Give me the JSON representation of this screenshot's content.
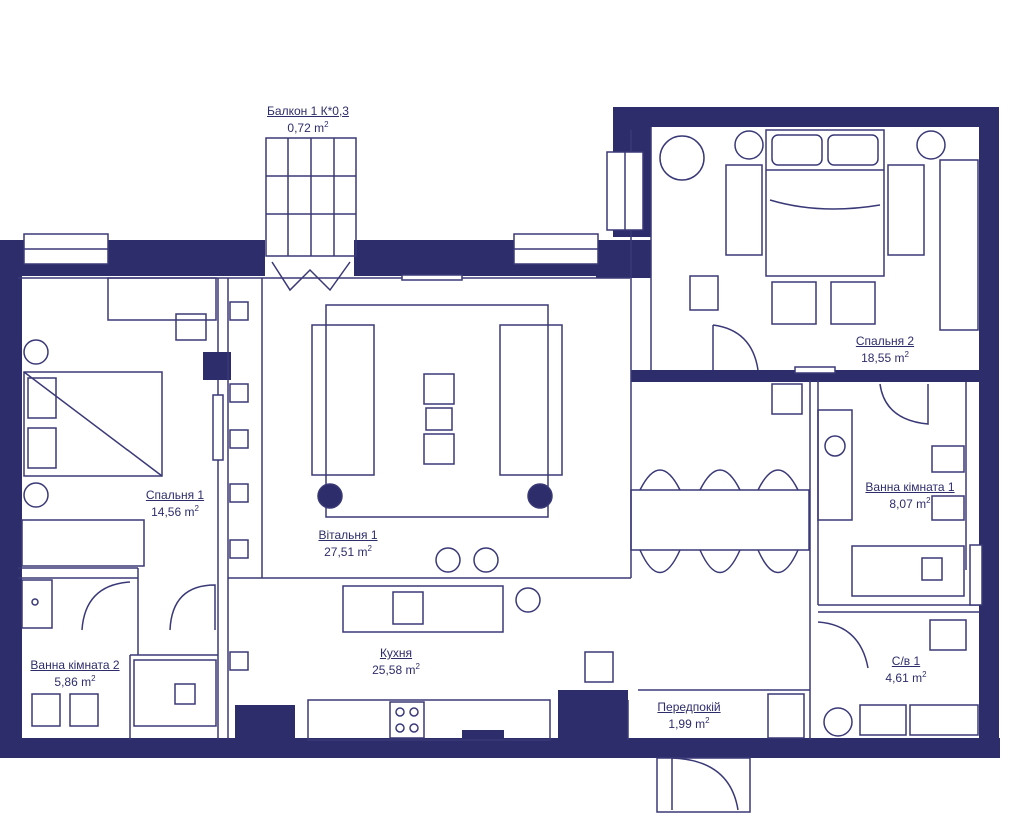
{
  "colors": {
    "wall": "#2e2d6b",
    "line": "#3a3977",
    "background": "#ffffff"
  },
  "rooms": [
    {
      "id": "balcony",
      "name": "Балкон 1 К*0,3",
      "area": "0,72 m"
    },
    {
      "id": "bedroom2",
      "name": "Спальня 2",
      "area": "18,55 m"
    },
    {
      "id": "bedroom1",
      "name": "Спальня 1",
      "area": "14,56 m"
    },
    {
      "id": "living",
      "name": "Вітальня 1",
      "area": "27,51 m"
    },
    {
      "id": "bath1",
      "name": "Ванна кімната 1",
      "area": "8,07 m"
    },
    {
      "id": "bath2",
      "name": "Ванна кімната 2",
      "area": "5,86 m"
    },
    {
      "id": "kitchen",
      "name": "Кухня",
      "area": "25,58 m"
    },
    {
      "id": "wc",
      "name": "С/в 1",
      "area": "4,61 m"
    },
    {
      "id": "hall",
      "name": "Передпокій",
      "area": "1,99 m"
    }
  ],
  "unit_sup": "2"
}
